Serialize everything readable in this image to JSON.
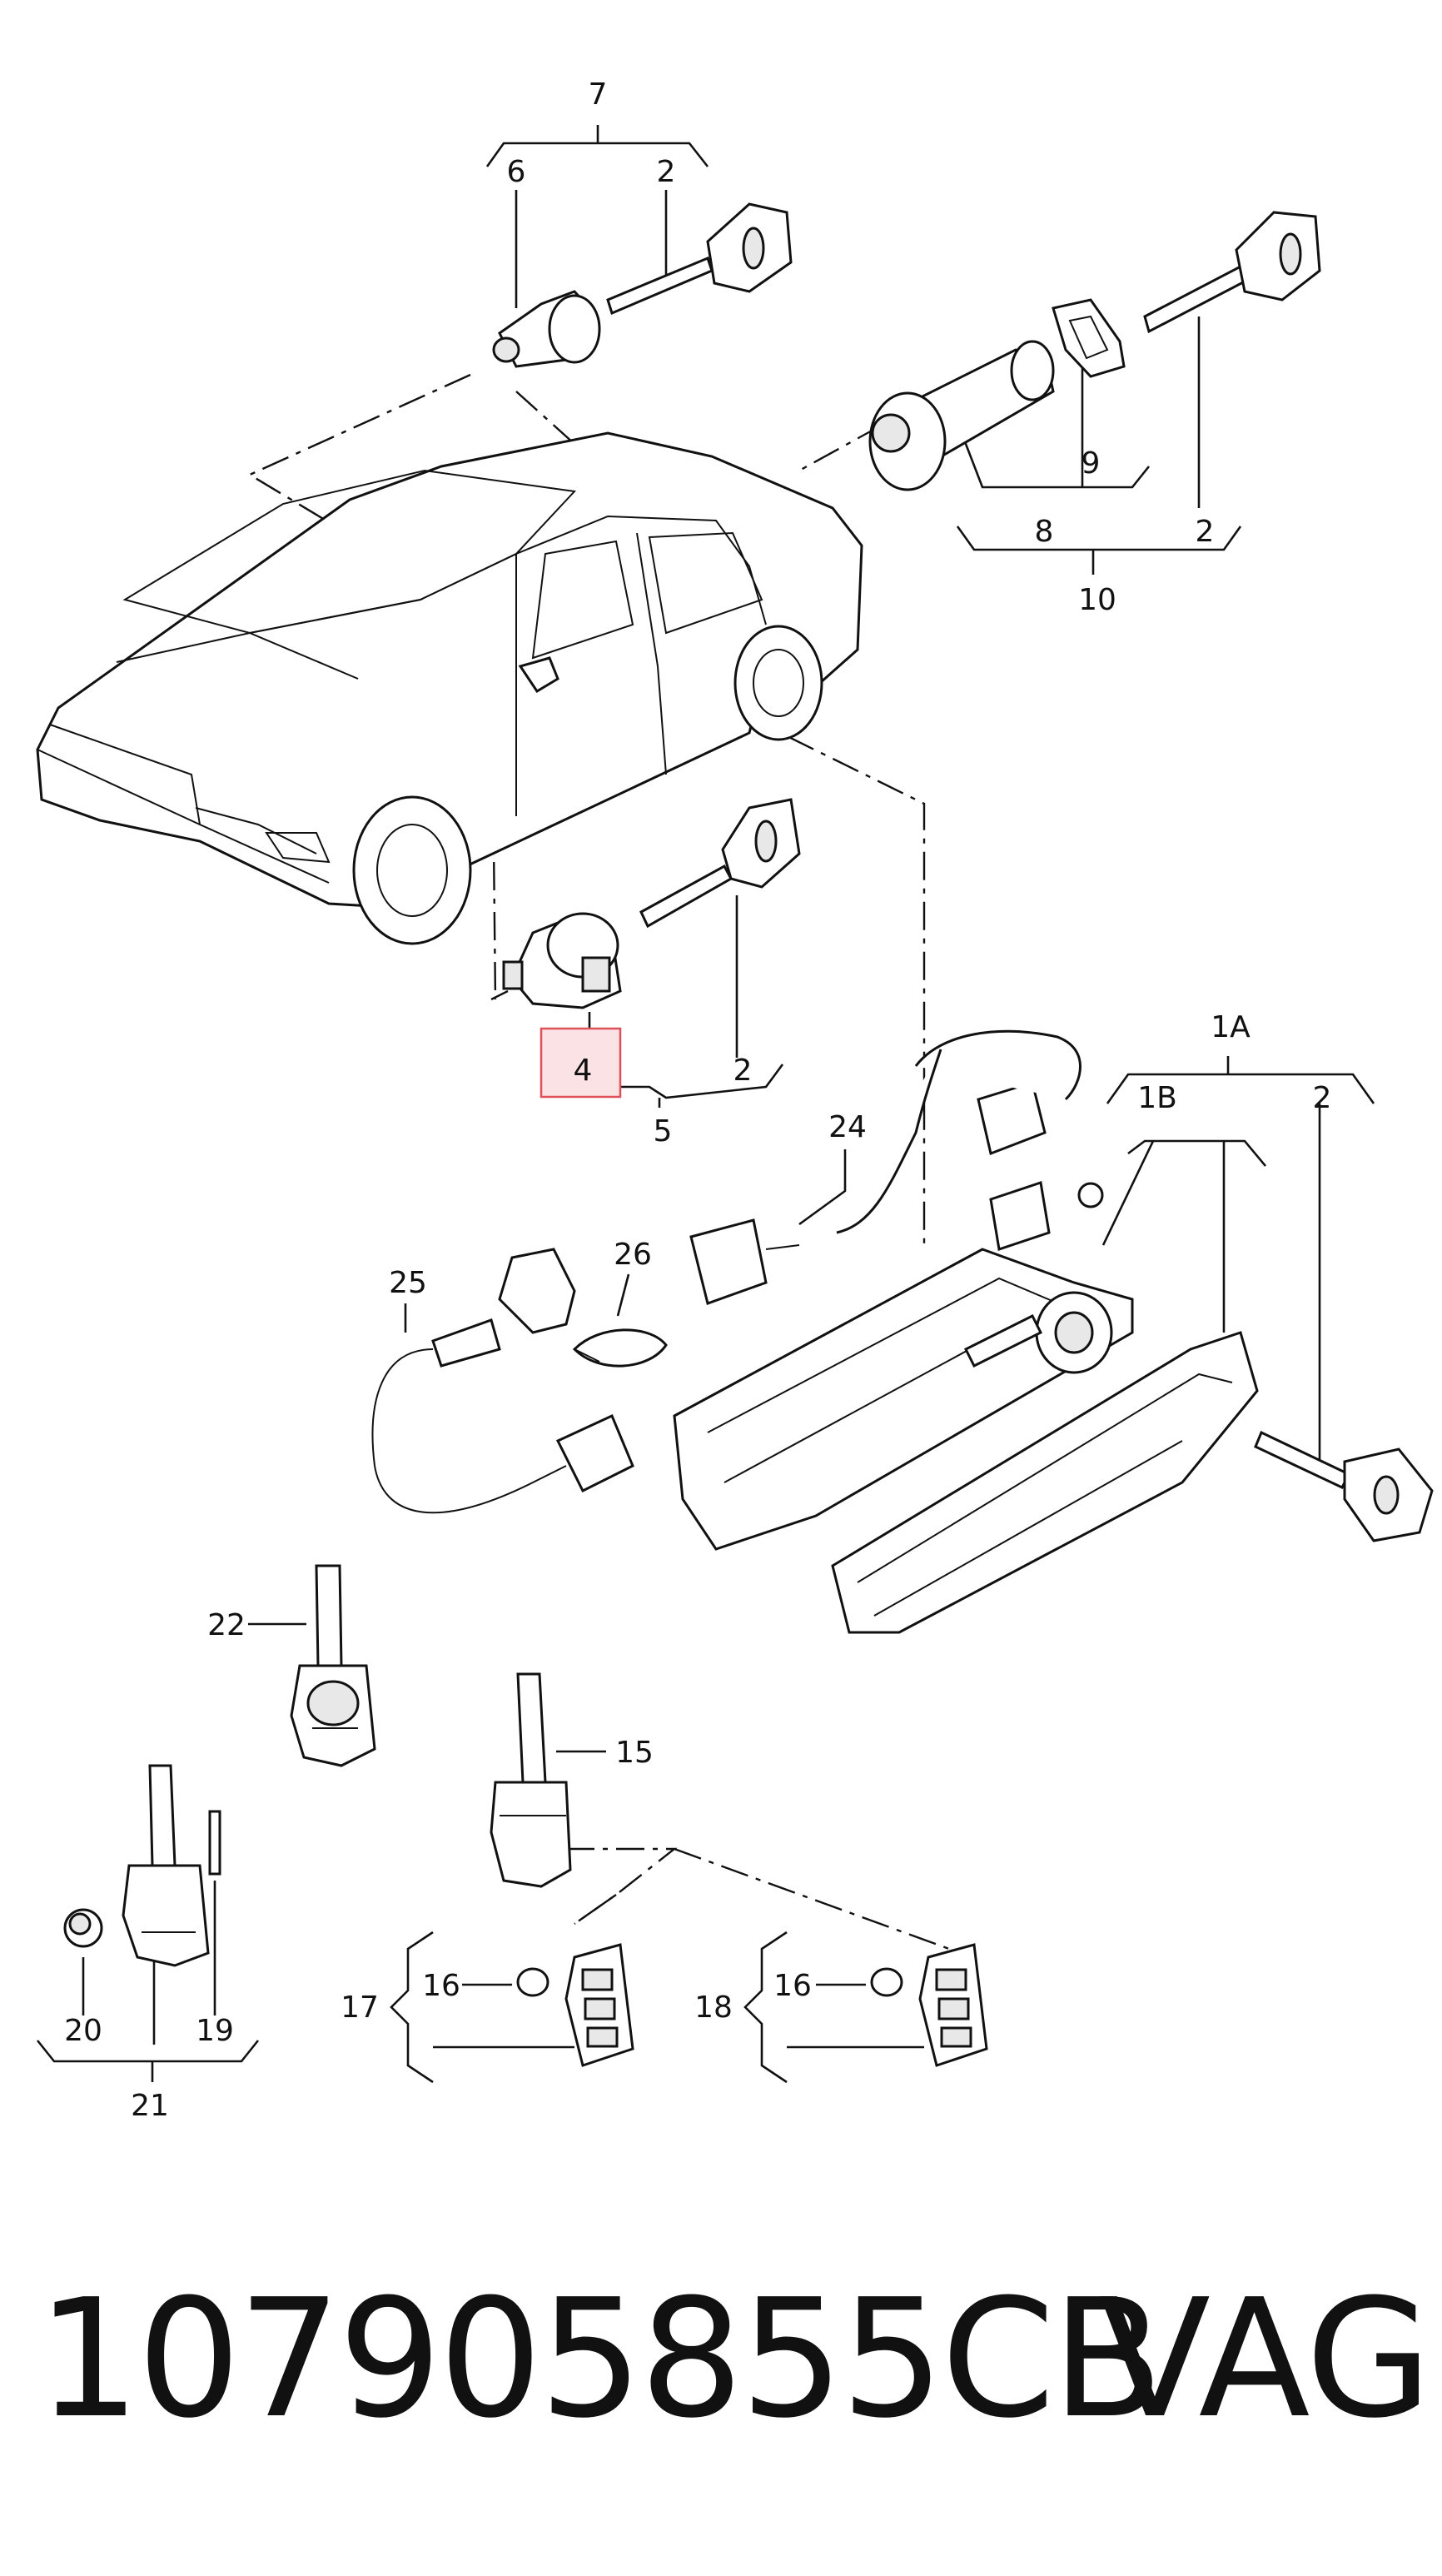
{
  "labels": {
    "l7": "7",
    "l6": "6",
    "l2a": "2",
    "l9": "9",
    "l8": "8",
    "l2b": "2",
    "l10": "10",
    "l4": "4",
    "l2c": "2",
    "l5": "5",
    "l1A": "1A",
    "l1B": "1B",
    "l2d": "2",
    "l24": "24",
    "l25": "25",
    "l26": "26",
    "l22": "22",
    "l15": "15",
    "l16a": "16",
    "l17": "17",
    "l16b": "16",
    "l18": "18",
    "l20": "20",
    "l19": "19",
    "l21": "21"
  },
  "caption": {
    "part_number": "107905855CB",
    "brand": "VAG"
  },
  "highlight": {
    "target": "4",
    "color": "#e0505a"
  }
}
